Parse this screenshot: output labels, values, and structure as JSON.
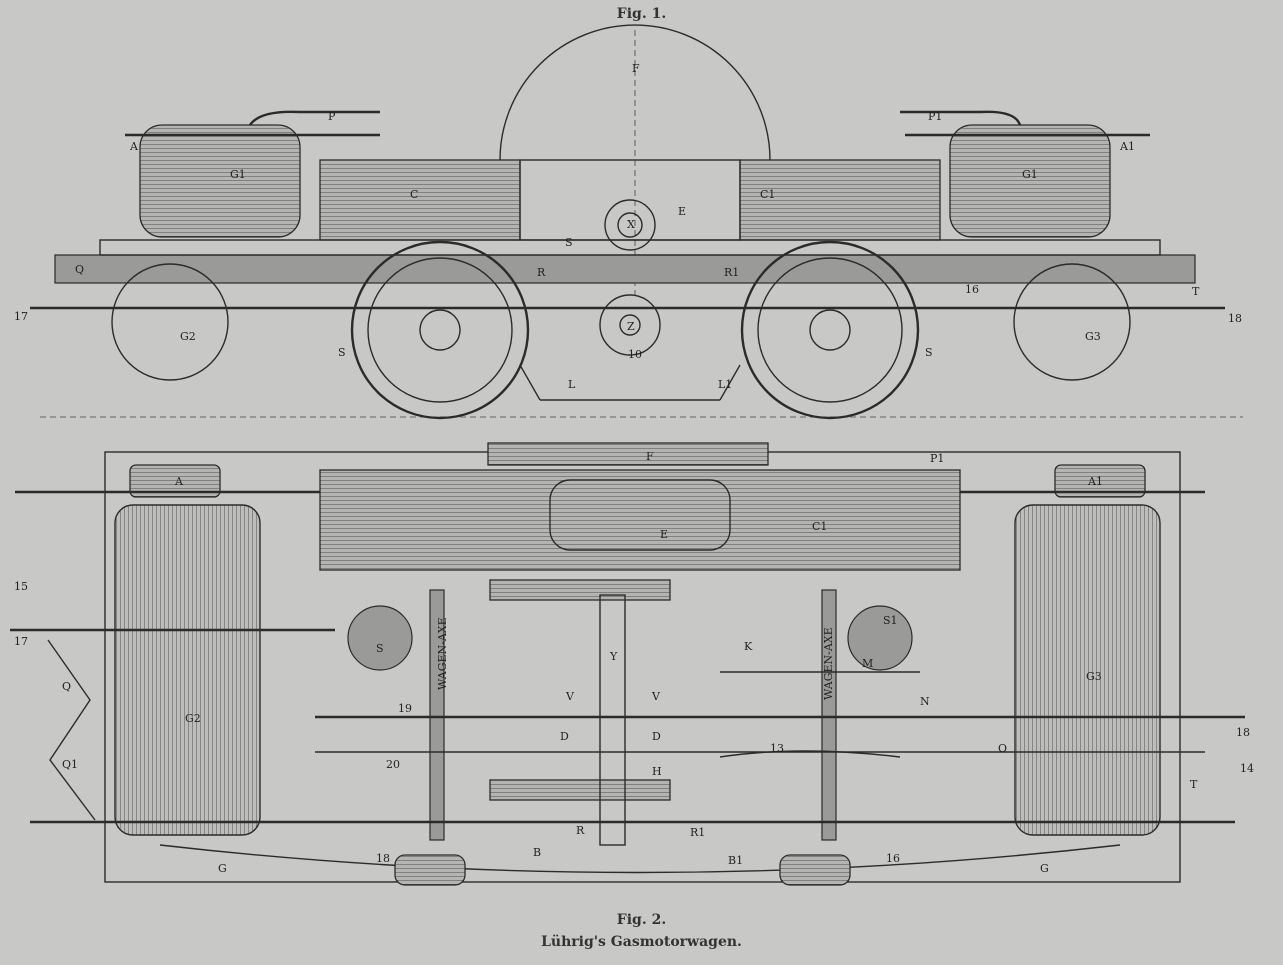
{
  "fig1": {
    "caption": "Fig. 1.",
    "labels": {
      "F": "F",
      "A": "A",
      "P": "P",
      "G1a": "G1",
      "C": "C",
      "X": "X",
      "E": "E",
      "C1": "C1",
      "P1": "P1",
      "A1": "A1",
      "G1b": "G1",
      "Q": "Q",
      "R": "R",
      "R1": "R1",
      "S": "S",
      "Sa": "S",
      "Sb": "S",
      "Z": "Z",
      "n17": "17",
      "G2": "G2",
      "L": "L",
      "L1": "L1",
      "G3": "G3",
      "n18": "18",
      "n16": "16",
      "T": "T",
      "n10": "10"
    }
  },
  "fig2": {
    "caption": "Fig. 2.",
    "title": "Lührig's Gasmotorwagen.",
    "labels": {
      "A": "A",
      "F": "F",
      "P1": "P1",
      "A1": "A1",
      "E": "E",
      "C1": "C1",
      "n15": "15",
      "n17": "17",
      "S": "S",
      "S1": "S1",
      "axe1": "WAGEN-AXE",
      "axe2": "WAGEN-AXE",
      "K": "K",
      "M": "M",
      "G3": "G3",
      "Q": "Q",
      "G2": "G2",
      "n19": "19",
      "Va": "V",
      "Vb": "V",
      "N": "N",
      "n13": "13",
      "n18": "18",
      "Q1": "Q1",
      "n20": "20",
      "Da": "D",
      "Db": "D",
      "O": "O",
      "n14": "14",
      "T": "T",
      "R": "R",
      "R1": "R1",
      "B": "B",
      "B1": "B1",
      "Ga": "G",
      "Gb": "G",
      "H": "H",
      "n16": "16",
      "n18b": "18",
      "Y": "Y"
    }
  }
}
